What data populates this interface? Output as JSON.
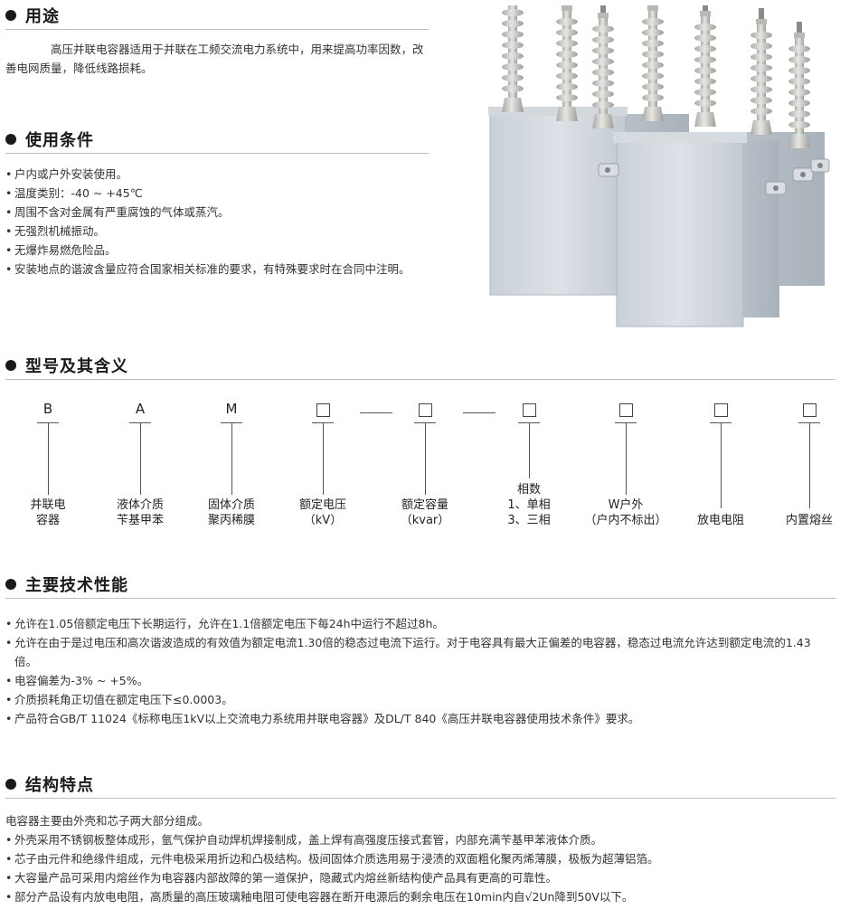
{
  "usage": {
    "title": "用途",
    "text": "高压并联电容器适用于并联在工频交流电力系统中，用来提高功率因数，改善电网质量，降低线路损耗。"
  },
  "conditions": {
    "title": "使用条件",
    "items": [
      "户内或户外安装使用。",
      "温度类别：-40 ~ +45℃",
      "周围不含对金属有严重腐蚀的气体或蒸汽。",
      "无强烈机械振动。",
      "无爆炸易燃危险品。",
      "安装地点的谐波含量应符合国家相关标准的要求，有特殊要求时在合同中注明。"
    ]
  },
  "model": {
    "title": "型号及其含义",
    "codes": [
      "B",
      "A",
      "M",
      "□",
      "□",
      "□",
      "□",
      "□",
      "□"
    ],
    "labels": [
      [
        "并联电",
        "容器"
      ],
      [
        "液体介质",
        "苄基甲苯"
      ],
      [
        "固体介质",
        "聚丙稀膜"
      ],
      [
        "额定电压",
        "（kV）"
      ],
      [
        "额定容量",
        "（kvar）"
      ],
      [
        "相数",
        "1、单相",
        "3、三相"
      ],
      [
        "W户外",
        "（户内不标出）"
      ],
      [
        "放电电阻"
      ],
      [
        "内置熔丝"
      ]
    ]
  },
  "performance": {
    "title": "主要技术性能",
    "items": [
      "允许在1.05倍额定电压下长期运行，允许在1.1倍额定电压下每24h中运行不超过8h。",
      "允许在由于是过电压和高次谐波造成的有效值为额定电流1.30倍的稳态过电流下运行。对于电容具有最大正偏差的电容器，稳态过电流允许达到额定电流的1.43倍。",
      "电容偏差为-3% ~ +5%。",
      "介质损耗角正切值在额定电压下≤0.0003。",
      "产品符合GB/T 11024《标称电压1kV以上交流电力系统用并联电容器》及DL/T 840《高压并联电容器使用技术条件》要求。"
    ]
  },
  "structure": {
    "title": "结构特点",
    "intro": "电容器主要由外壳和芯子两大部分组成。",
    "items": [
      "外壳采用不锈钢板整体成形，氩气保护自动焊机焊接制成，盖上焊有高强度压接式套管，内部充满苄基甲苯液体介质。",
      "芯子由元件和绝缘件组成，元件电极采用折边和凸极结构。极间固体介质选用易于浸渍的双面粗化聚丙烯薄膜，极板为超薄铝箔。",
      "大容量产品可采用内熔丝作为电容器内部故障的第一道保护，隐藏式内熔丝新结构使产品具有更高的可靠性。",
      "部分产品设有内放电电阻，高质量的高压玻璃釉电阻可使电容器在断开电源后的剩余电压在10min内自√2Un降到50V以下。"
    ]
  }
}
